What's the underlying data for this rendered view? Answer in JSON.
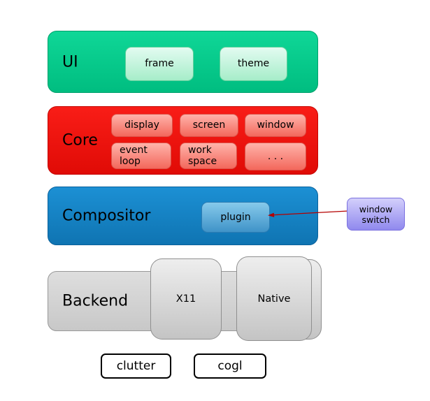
{
  "ui": {
    "label": "UI",
    "frame": "frame",
    "theme": "theme"
  },
  "core": {
    "label": "Core",
    "display": "display",
    "screen": "screen",
    "window": "window",
    "event_loop": "event loop",
    "work_space": "work space",
    "dots": ". . ."
  },
  "compositor": {
    "label": "Compositor",
    "plugin": "plugin"
  },
  "window_switch": {
    "label": "window switch"
  },
  "backend": {
    "label": "Backend",
    "x11": "X11",
    "native": "Native"
  },
  "libraries": {
    "clutter": "clutter",
    "cogl": "cogl"
  },
  "connector": {
    "from": "window switch",
    "to": "plugin",
    "color": "#b40000"
  },
  "colors": {
    "ui_layer": "#00c487",
    "ui_chip": "#b9f2d6",
    "core_layer": "#ee1510",
    "core_chip": "#f98378",
    "compositor_layer": "#1583c4",
    "plugin_chip": "#63aed9",
    "window_switch_box": "#a9a1f3",
    "backend_layer": "#d2d2d2",
    "backend_chip": "#d9d9d9",
    "arrow": "#b40000",
    "library_border": "#000000"
  }
}
